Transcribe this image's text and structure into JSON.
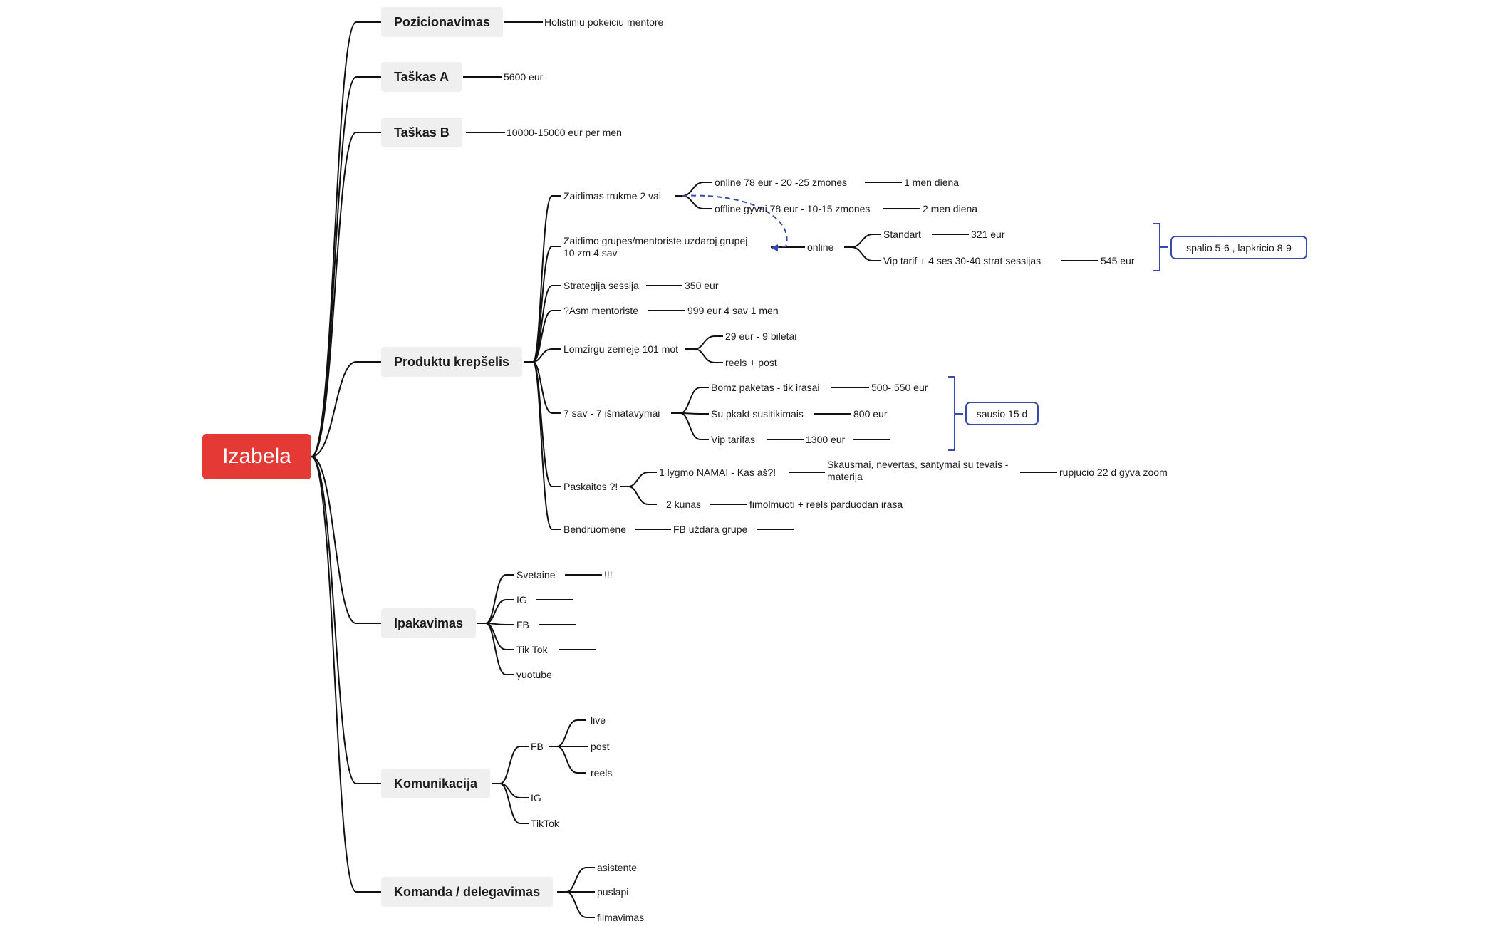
{
  "root": "Izabela",
  "branches": {
    "pozicionavimas": {
      "label": "Pozicionavimas",
      "child": "Holistiniu pokeiciu mentore"
    },
    "taskasA": {
      "label": "Taškas A",
      "child": "5600 eur"
    },
    "taskasB": {
      "label": "Taškas  B",
      "child": "10000-15000 eur per men"
    },
    "produktu": {
      "label": "Produktu krepšelis",
      "zaidimas": {
        "label": "Zaidimas trukme 2 val",
        "online": "online 78 eur - 20 -25 zmones",
        "online_val": "1 men diena",
        "offline": "offline gyvai 78 eur - 10-15 zmones",
        "offline_val": "2 men diena"
      },
      "grupes": {
        "label_line1": "Zaidimo grupes/mentoriste uzdaroj grupej",
        "label_line2": "10 zm 4 sav",
        "online": "online",
        "standart": "Standart",
        "standart_val": "321 eur",
        "vip": "Vip tarif + 4 ses 30-40  strat sessijas",
        "vip_val": "545 eur",
        "note": "spalio 5-6 , lapkricio 8-9"
      },
      "strategija": {
        "label": "Strategija sessija",
        "val": "350 eur"
      },
      "asm": {
        "label": "?Asm mentoriste",
        "val": "999 eur 4 sav 1 men"
      },
      "lomzirgu": {
        "label": "Lomzirgu zemeje 101 mot",
        "a": "29 eur - 9 biletai",
        "b": "reels + post"
      },
      "sav7": {
        "label": "7 sav - 7 išmatavymai",
        "bomz": "Bomz paketas - tik irasai",
        "bomz_val": "500- 550 eur",
        "supakt": "Su pkakt susitikimais",
        "supakt_val": "800 eur",
        "vip": "Vip tarifas",
        "vip_val": "1300 eur",
        "note": "sausio 15 d"
      },
      "paskaitos": {
        "label": "Paskaitos ?!",
        "l1": "1 lygmo NAMAI - Kas aš?!",
        "l1_sub_line1": "Skausmai, nevertas, santymai su tevais -",
        "l1_sub_line2": "materija",
        "l1_val": "rupjucio 22 d gyva zoom",
        "l2": "2 kunas",
        "l2_val": "fimolmuoti + reels parduodan irasa"
      },
      "bendruomene": {
        "label": "Bendruomene",
        "val": "FB uždara grupe"
      }
    },
    "ipakavimas": {
      "label": "Ipakavimas",
      "svetaine": "Svetaine",
      "svetaine_val": "!!!",
      "ig": "IG",
      "fb": "FB",
      "tiktok": "Tik Tok",
      "youtube": "yuotube"
    },
    "komunikacija": {
      "label": "Komunikacija",
      "fb": "FB",
      "live": "live",
      "post": "post",
      "reels": "reels",
      "ig": "IG",
      "tiktok": "TikTok"
    },
    "komanda": {
      "label": "Komanda / delegavimas",
      "a": "asistente",
      "b": "puslapi",
      "c": "filmavimas"
    }
  },
  "colors": {
    "root": "#e53935",
    "accent": "#3a4ba7",
    "line": "#111111",
    "main_fill": "#efefef"
  }
}
